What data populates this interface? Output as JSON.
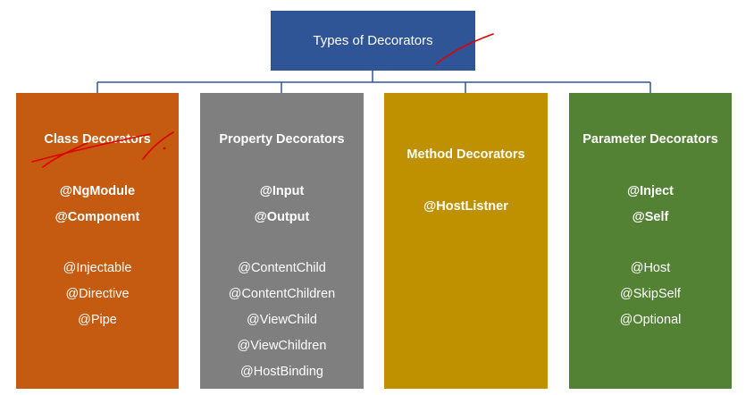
{
  "root": {
    "label": "Types of Decorators"
  },
  "columns": [
    {
      "title": "Class Decorators",
      "color": "#c55a11",
      "primary": [
        "@NgModule",
        "@Component"
      ],
      "secondary": [
        "@Injectable",
        "@Directive",
        "@Pipe"
      ]
    },
    {
      "title": "Property Decorators",
      "color": "#7f7f7f",
      "primary": [
        "@Input",
        "@Output"
      ],
      "secondary": [
        "@ContentChild",
        "@ContentChildren",
        "@ViewChild",
        "@ViewChildren",
        "@HostBinding"
      ]
    },
    {
      "title": "Method Decorators",
      "color": "#bf9000",
      "primary": [
        "@HostListner"
      ],
      "secondary": []
    },
    {
      "title": "Parameter Decorators",
      "color": "#548235",
      "primary": [
        "@Inject",
        "@Self"
      ],
      "secondary": [
        "@Host",
        "@SkipSelf",
        "@Optional"
      ]
    }
  ],
  "colors": {
    "root": "#2f5597",
    "connector": "#2f5597",
    "annotation": "#e00000"
  }
}
